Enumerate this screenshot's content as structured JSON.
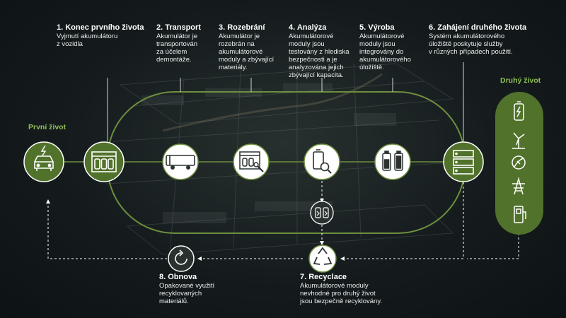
{
  "colors": {
    "green": "#51722b",
    "green_light": "#8fbf54",
    "line": "#6d8f3d",
    "white": "#ffffff"
  },
  "labels": {
    "first_life": "První život",
    "second_life": "Druhý život"
  },
  "steps": [
    {
      "title": "1. Konec prvního života",
      "desc": "Vyjmutí akumulátoru\nz vozidla",
      "icon": "battery-modules-icon"
    },
    {
      "title": "2. Transport",
      "desc": "Akumulátor je\ntransportován\nza účelem\ndemontáže.",
      "icon": "truck-icon"
    },
    {
      "title": "3. Rozebrání",
      "desc": "Akumulátor je\nrozebrán na\nakumulátorové\nmoduly a zbývající\nmateriály.",
      "icon": "wrench-battery-icon"
    },
    {
      "title": "4. Analýza",
      "desc": "Akumulátorové\nmoduly jsou\ntestovány z hlediska\nbezpečnosti a je\nanalyzována jejich\nzbývající kapacita.",
      "icon": "magnifier-battery-icon"
    },
    {
      "title": "5. Výroba",
      "desc": "Akumulátorové\nmoduly jsou\nintegrovány do\nakumulátorového\núložiště.",
      "icon": "batteries-icon"
    },
    {
      "title": "6. Zahájení druhého života",
      "desc": "Systém akumulátorového\núložiště poskytuje služby\nv různých případech použití.",
      "icon": "storage-rack-icon"
    },
    {
      "title": "7. Recyclace",
      "desc": "Akumulátorové moduly\nnevhodné pro druhý život\njsou bezpečně recyklovány.",
      "icon": "recycle-icon"
    },
    {
      "title": "8. Obnova",
      "desc": "Opakované využití\nrecyklovaných\nmateriálů.",
      "icon": "refresh-icon"
    }
  ],
  "second_life_uses": [
    "charging-icon",
    "wind-turbine-icon",
    "eco-plug-icon",
    "power-pylon-icon",
    "charging-station-icon"
  ],
  "start_icon": "electric-car-icon",
  "rejected_modules_icon": "damaged-batteries-icon"
}
